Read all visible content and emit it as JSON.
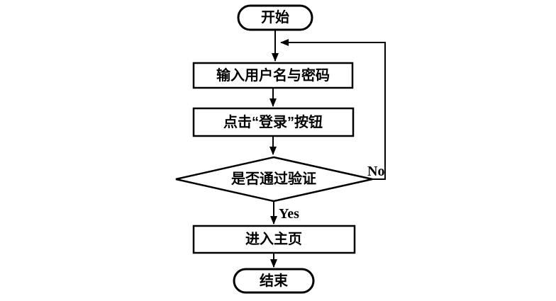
{
  "diagram": {
    "title": "login-flowchart",
    "background_color": "#ffffff",
    "stroke_color": "#000000",
    "text_color": "#000000",
    "nodes": {
      "start": {
        "type": "terminal",
        "label": "开始"
      },
      "input": {
        "type": "process",
        "label": "输入用户名与密码"
      },
      "click": {
        "type": "process",
        "label": "点击“登录”按钮"
      },
      "verify": {
        "type": "decision",
        "label": "是否通过验证"
      },
      "home": {
        "type": "process",
        "label": "进入主页"
      },
      "end": {
        "type": "terminal",
        "label": "结束"
      }
    },
    "edges": {
      "yes_label": "Yes",
      "no_label": "No"
    }
  }
}
